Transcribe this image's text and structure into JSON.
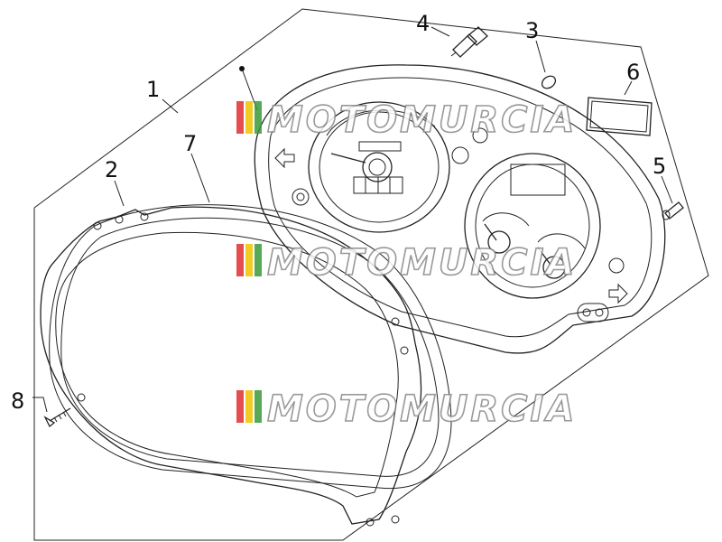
{
  "diagram": {
    "parts": [
      {
        "number": "1"
      },
      {
        "number": "2"
      },
      {
        "number": "3"
      },
      {
        "number": "4"
      },
      {
        "number": "5"
      },
      {
        "number": "6"
      },
      {
        "number": "7"
      },
      {
        "number": "8"
      }
    ],
    "watermark": {
      "text": "MOTOMURCIA",
      "colors": [
        "#e03030",
        "#f2c200",
        "#3a9a3a"
      ]
    }
  }
}
